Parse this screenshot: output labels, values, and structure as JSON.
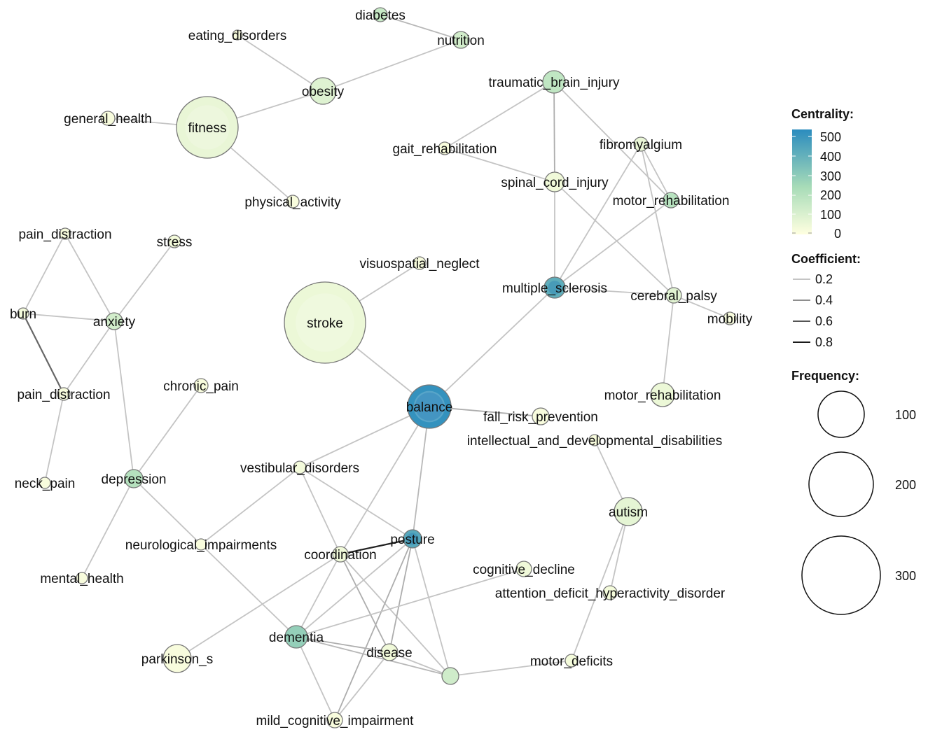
{
  "legend": {
    "centrality_title": "Centrality:",
    "centrality_ticks": [
      "500",
      "400",
      "300",
      "200",
      "100",
      "0"
    ],
    "coefficient_title": "Coefficient:",
    "coefficient_ticks": [
      "0.2",
      "0.4",
      "0.6",
      "0.8"
    ],
    "frequency_title": "Frequency:",
    "frequency_ticks": [
      "100",
      "200",
      "300"
    ]
  },
  "colors": {
    "centrality_low": "#ffffe0",
    "centrality_mid": "#a8dcb8",
    "centrality_high": "#2b8cbe",
    "edge_light": "#c4c4c4",
    "edge_dark": "#222222",
    "node_stroke": "#777777"
  },
  "nodes": [
    {
      "id": "diabetes",
      "label": "diabetes",
      "centrality": 150
    },
    {
      "id": "eating_disorders",
      "label": "eating_disorders",
      "centrality": 20
    },
    {
      "id": "nutrition",
      "label": "nutrition",
      "centrality": 120
    },
    {
      "id": "obesity",
      "label": "obesity",
      "centrality": 90
    },
    {
      "id": "traumatic_brain_injury",
      "label": "traumatic_brain_injury",
      "centrality": 170
    },
    {
      "id": "general_health",
      "label": "general_health",
      "centrality": 20
    },
    {
      "id": "fitness",
      "label": "fitness",
      "centrality": 60
    },
    {
      "id": "gait_rehabilitation",
      "label": "gait_rehabilitation",
      "centrality": 20
    },
    {
      "id": "fibromyalgium",
      "label": "fibromyalgium",
      "centrality": 60
    },
    {
      "id": "spinal_cord_injury",
      "label": "spinal_cord_injury",
      "centrality": 40
    },
    {
      "id": "motor_rehabilitation_1",
      "label": "motor_rehabilitation",
      "centrality": 190
    },
    {
      "id": "physical_activity",
      "label": "physical_activity",
      "centrality": 20
    },
    {
      "id": "pain_distraction_1",
      "label": "pain_distraction",
      "centrality": 20
    },
    {
      "id": "stress",
      "label": "stress",
      "centrality": 30
    },
    {
      "id": "visuospatial_neglect",
      "label": "visuospatial_neglect",
      "centrality": 20
    },
    {
      "id": "multiple_sclerosis",
      "label": "multiple_sclerosis",
      "centrality": 400
    },
    {
      "id": "cerebral_palsy",
      "label": "cerebral_palsy",
      "centrality": 80
    },
    {
      "id": "burn",
      "label": "burn",
      "centrality": 30
    },
    {
      "id": "anxiety",
      "label": "anxiety",
      "centrality": 120
    },
    {
      "id": "stroke",
      "label": "stroke",
      "centrality": 50
    },
    {
      "id": "mobility",
      "label": "mobility",
      "centrality": 20
    },
    {
      "id": "pain_distraction_2",
      "label": "pain_distraction",
      "centrality": 20
    },
    {
      "id": "chronic_pain",
      "label": "chronic_pain",
      "centrality": 20
    },
    {
      "id": "motor_rehabilitation_2",
      "label": "motor_rehabilitation",
      "centrality": 50
    },
    {
      "id": "balance",
      "label": "balance",
      "centrality": 500
    },
    {
      "id": "fall_risk_prevention",
      "label": "fall_risk_prevention",
      "centrality": 20
    },
    {
      "id": "intellectual_and_developmental_disabilities",
      "label": "intellectual_and_developmental_disabilities",
      "centrality": 20
    },
    {
      "id": "neck_pain",
      "label": "neck_pain",
      "centrality": 20
    },
    {
      "id": "depression",
      "label": "depression",
      "centrality": 200
    },
    {
      "id": "vestibular_disorders",
      "label": "vestibular_disorders",
      "centrality": 30
    },
    {
      "id": "autism",
      "label": "autism",
      "centrality": 70
    },
    {
      "id": "neurological_impairments",
      "label": "neurological_impairments",
      "centrality": 20
    },
    {
      "id": "posture",
      "label": "posture",
      "centrality": 420
    },
    {
      "id": "coordination",
      "label": "coordination",
      "centrality": 40
    },
    {
      "id": "cognitive_decline",
      "label": "cognitive_decline",
      "centrality": 40
    },
    {
      "id": "mental_health",
      "label": "mental_health",
      "centrality": 20
    },
    {
      "id": "attention_deficit_hyperactivity_disorder",
      "label": "attention_deficit_hyperactivity_disorder",
      "centrality": 30
    },
    {
      "id": "dementia",
      "label": "dementia",
      "centrality": 280
    },
    {
      "id": "disease",
      "label": "disease",
      "centrality": 40
    },
    {
      "id": "parkinson_s",
      "label": "parkinson_s",
      "centrality": 20
    },
    {
      "id": "motor_deficits",
      "label": "motor_deficits",
      "centrality": 30
    },
    {
      "id": "unlabeled_hub",
      "label": "",
      "centrality": 130
    },
    {
      "id": "mild_cognitive_impairment",
      "label": "mild_cognitive_impairment",
      "centrality": 20
    }
  ],
  "edges": [
    {
      "source": "diabetes",
      "target": "nutrition",
      "coefficient": 0.25
    },
    {
      "source": "nutrition",
      "target": "obesity",
      "coefficient": 0.2
    },
    {
      "source": "eating_disorders",
      "target": "obesity",
      "coefficient": 0.2
    },
    {
      "source": "obesity",
      "target": "fitness",
      "coefficient": 0.2
    },
    {
      "source": "general_health",
      "target": "fitness",
      "coefficient": 0.2
    },
    {
      "source": "fitness",
      "target": "physical_activity",
      "coefficient": 0.2
    },
    {
      "source": "traumatic_brain_injury",
      "target": "gait_rehabilitation",
      "coefficient": 0.2
    },
    {
      "source": "traumatic_brain_injury",
      "target": "spinal_cord_injury",
      "coefficient": 0.3
    },
    {
      "source": "traumatic_brain_injury",
      "target": "motor_rehabilitation_1",
      "coefficient": 0.2
    },
    {
      "source": "gait_rehabilitation",
      "target": "spinal_cord_injury",
      "coefficient": 0.2
    },
    {
      "source": "spinal_cord_injury",
      "target": "multiple_sclerosis",
      "coefficient": 0.2
    },
    {
      "source": "spinal_cord_injury",
      "target": "cerebral_palsy",
      "coefficient": 0.2
    },
    {
      "source": "fibromyalgium",
      "target": "multiple_sclerosis",
      "coefficient": 0.2
    },
    {
      "source": "fibromyalgium",
      "target": "cerebral_palsy",
      "coefficient": 0.2
    },
    {
      "source": "fibromyalgium",
      "target": "motor_rehabilitation_1",
      "coefficient": 0.2
    },
    {
      "source": "motor_rehabilitation_1",
      "target": "multiple_sclerosis",
      "coefficient": 0.2
    },
    {
      "source": "multiple_sclerosis",
      "target": "cerebral_palsy",
      "coefficient": 0.2
    },
    {
      "source": "cerebral_palsy",
      "target": "mobility",
      "coefficient": 0.2
    },
    {
      "source": "cerebral_palsy",
      "target": "motor_rehabilitation_2",
      "coefficient": 0.2
    },
    {
      "source": "multiple_sclerosis",
      "target": "balance",
      "coefficient": 0.2
    },
    {
      "source": "visuospatial_neglect",
      "target": "stroke",
      "coefficient": 0.2
    },
    {
      "source": "stroke",
      "target": "balance",
      "coefficient": 0.2
    },
    {
      "source": "balance",
      "target": "fall_risk_prevention",
      "coefficient": 0.3
    },
    {
      "source": "balance",
      "target": "vestibular_disorders",
      "coefficient": 0.2
    },
    {
      "source": "balance",
      "target": "coordination",
      "coefficient": 0.2
    },
    {
      "source": "balance",
      "target": "posture",
      "coefficient": 0.25
    },
    {
      "source": "pain_distraction_1",
      "target": "burn",
      "coefficient": 0.2
    },
    {
      "source": "pain_distraction_1",
      "target": "anxiety",
      "coefficient": 0.2
    },
    {
      "source": "stress",
      "target": "anxiety",
      "coefficient": 0.2
    },
    {
      "source": "burn",
      "target": "anxiety",
      "coefficient": 0.2
    },
    {
      "source": "burn",
      "target": "pain_distraction_2",
      "coefficient": 0.6
    },
    {
      "source": "anxiety",
      "target": "pain_distraction_2",
      "coefficient": 0.2
    },
    {
      "source": "anxiety",
      "target": "depression",
      "coefficient": 0.2
    },
    {
      "source": "pain_distraction_2",
      "target": "neck_pain",
      "coefficient": 0.2
    },
    {
      "source": "chronic_pain",
      "target": "depression",
      "coefficient": 0.2
    },
    {
      "source": "depression",
      "target": "mental_health",
      "coefficient": 0.2
    },
    {
      "source": "depression",
      "target": "neurological_impairments",
      "coefficient": 0.2
    },
    {
      "source": "vestibular_disorders",
      "target": "neurological_impairments",
      "coefficient": 0.2
    },
    {
      "source": "vestibular_disorders",
      "target": "coordination",
      "coefficient": 0.2
    },
    {
      "source": "vestibular_disorders",
      "target": "posture",
      "coefficient": 0.2
    },
    {
      "source": "neurological_impairments",
      "target": "dementia",
      "coefficient": 0.2
    },
    {
      "source": "coordination",
      "target": "posture",
      "coefficient": 0.9
    },
    {
      "source": "coordination",
      "target": "parkinson_s",
      "coefficient": 0.2
    },
    {
      "source": "coordination",
      "target": "dementia",
      "coefficient": 0.2
    },
    {
      "source": "coordination",
      "target": "disease",
      "coefficient": 0.3
    },
    {
      "source": "coordination",
      "target": "unlabeled_hub",
      "coefficient": 0.2
    },
    {
      "source": "posture",
      "target": "dementia",
      "coefficient": 0.2
    },
    {
      "source": "posture",
      "target": "disease",
      "coefficient": 0.3
    },
    {
      "source": "posture",
      "target": "unlabeled_hub",
      "coefficient": 0.2
    },
    {
      "source": "posture",
      "target": "mild_cognitive_impairment",
      "coefficient": 0.3
    },
    {
      "source": "cognitive_decline",
      "target": "dementia",
      "coefficient": 0.2
    },
    {
      "source": "dementia",
      "target": "disease",
      "coefficient": 0.3
    },
    {
      "source": "dementia",
      "target": "unlabeled_hub",
      "coefficient": 0.25
    },
    {
      "source": "dementia",
      "target": "mild_cognitive_impairment",
      "coefficient": 0.2
    },
    {
      "source": "disease",
      "target": "unlabeled_hub",
      "coefficient": 0.2
    },
    {
      "source": "disease",
      "target": "mild_cognitive_impairment",
      "coefficient": 0.2
    },
    {
      "source": "unlabeled_hub",
      "target": "motor_deficits",
      "coefficient": 0.2
    },
    {
      "source": "intellectual_and_developmental_disabilities",
      "target": "autism",
      "coefficient": 0.2
    },
    {
      "source": "autism",
      "target": "attention_deficit_hyperactivity_disorder",
      "coefficient": 0.2
    },
    {
      "source": "autism",
      "target": "motor_deficits",
      "coefficient": 0.2
    }
  ]
}
